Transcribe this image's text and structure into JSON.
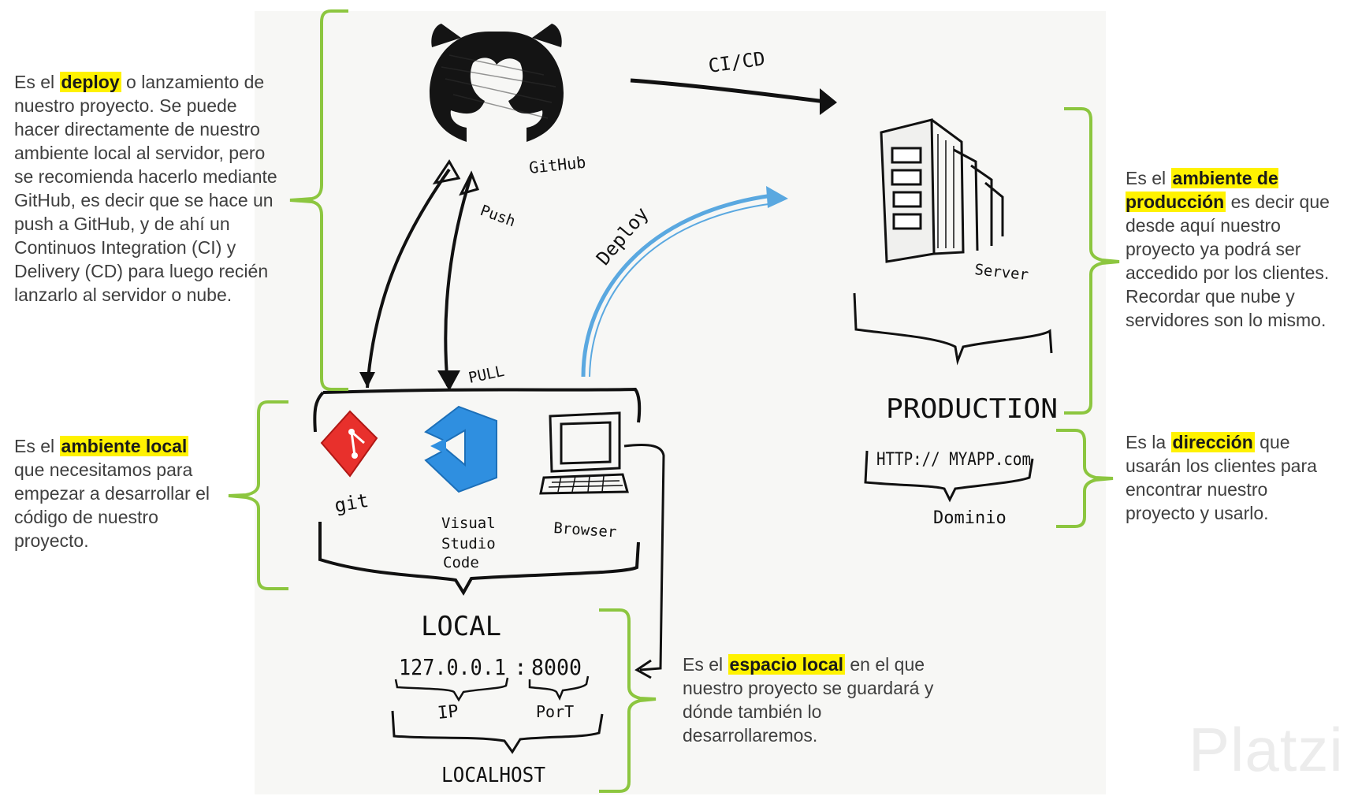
{
  "descriptions": {
    "deploy": {
      "before": "Es el ",
      "highlight": "deploy",
      "after": " o lanzamiento de nuestro proyecto. Se puede hacer directamente de nuestro ambiente local al servidor, pero se recomienda hacerlo mediante GitHub, es decir que se hace un push a GitHub, y de ahí un Continuos Integration (CI) y Delivery (CD) para luego recién lanzarlo al servidor o nube."
    },
    "ambiente_local": {
      "before": "Es el ",
      "highlight": "ambiente local",
      "after": " que necesitamos para empezar a desarrollar el código de nuestro proyecto."
    },
    "produccion": {
      "before": "Es el ",
      "highlight": "ambiente de producción",
      "after": " es decir que desde aquí nuestro proyecto ya podrá ser accedido por los clientes. Recordar que nube y servidores son lo mismo."
    },
    "direccion": {
      "before": "Es la ",
      "highlight": "dirección",
      "after": " que usarán los clientes para encontrar nuestro proyecto y usarlo."
    },
    "espacio_local": {
      "before": "Es el ",
      "highlight": "espacio local",
      "after": " en el que nuestro proyecto se guardará y dónde también lo desarrollaremos."
    }
  },
  "sketch": {
    "github": "GitHub",
    "ci_cd": "CI/CD",
    "push": "Push",
    "pull": "PULL",
    "deploy": "Deploy",
    "server": "Server",
    "production": "PRODUCTION",
    "url": "HTTP:// MYAPP.com",
    "dominio": "Dominio",
    "git": "git",
    "vscode_1": "Visual",
    "vscode_2": "Studio",
    "vscode_3": "Code",
    "browser": "Browser",
    "local": "LOCAL",
    "ip_value": "127.0.0.1",
    "colon": ":",
    "port_value": "8000",
    "ip": "IP",
    "port": "PorT",
    "localhost": "LOCALHOST"
  },
  "watermark": "Platzi",
  "colors": {
    "bracket_green": "#8cc63f",
    "highlight": "#fff200",
    "deploy_arrow": "#5aa8e0",
    "git_red": "#e8302c",
    "vscode_blue": "#2f8fe0"
  }
}
